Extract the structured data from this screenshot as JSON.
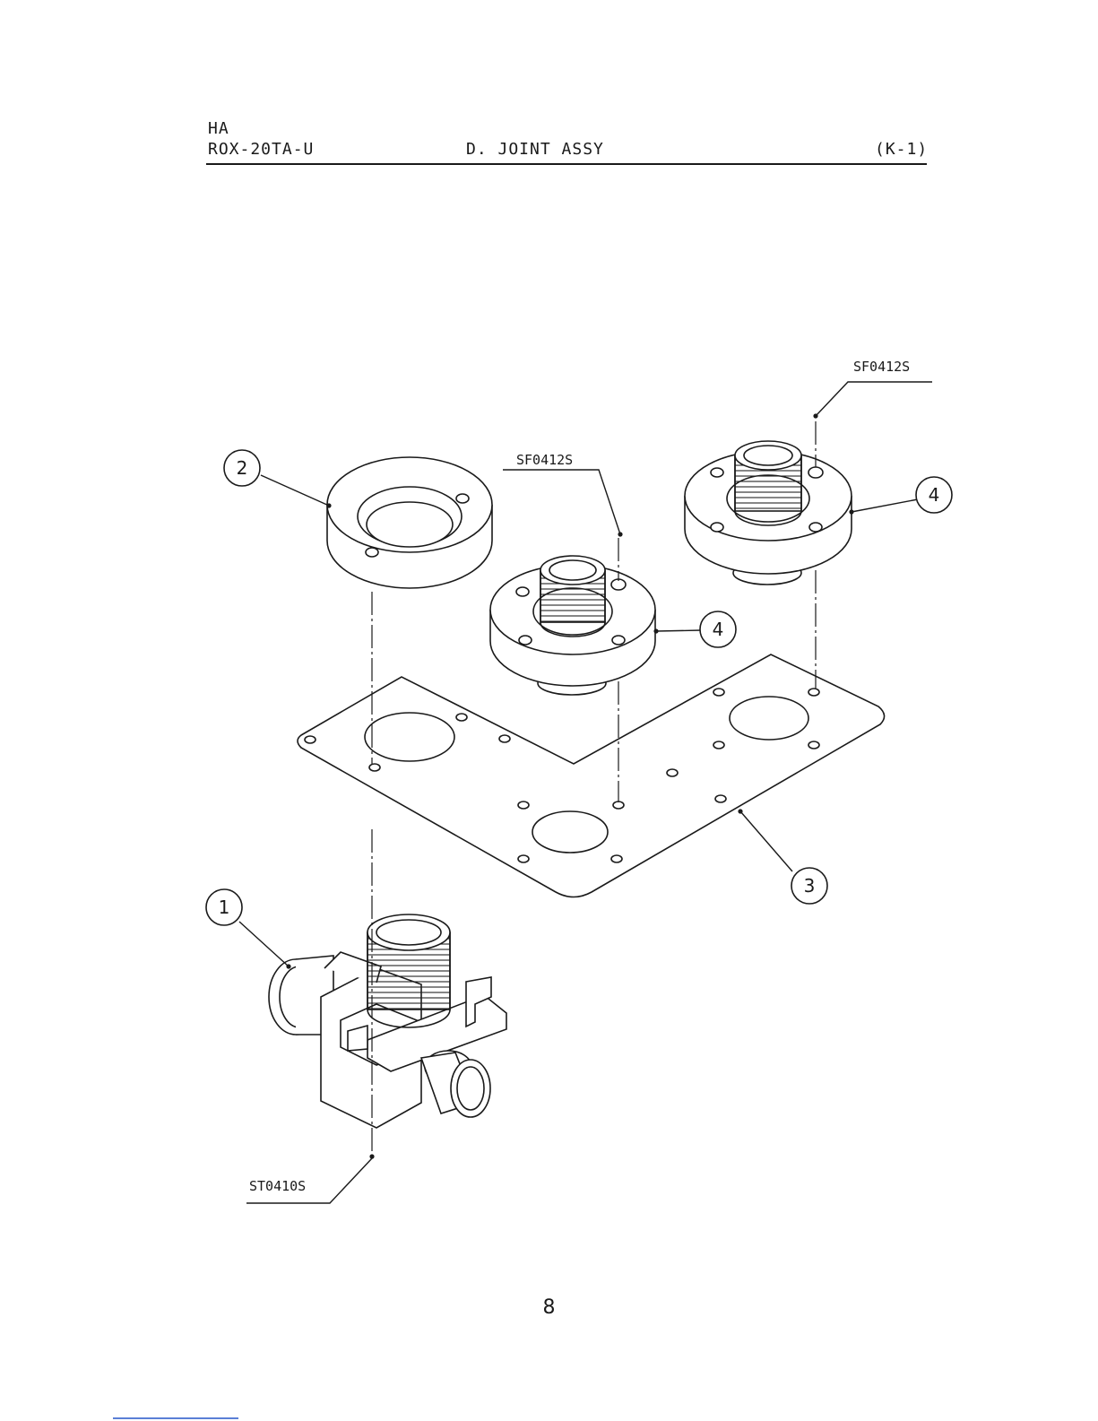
{
  "header": {
    "series": "HA",
    "model": "ROX-20TA-U",
    "title": "D. JOINT ASSY",
    "code": "(K-1)"
  },
  "callouts": {
    "item1": "1",
    "item2": "2",
    "item3": "3",
    "item4a": "4",
    "item4b": "4"
  },
  "screws": {
    "top_right": "SF0412S",
    "center": "SF0412S",
    "bottom_left": "ST0410S"
  },
  "page_number": "8"
}
